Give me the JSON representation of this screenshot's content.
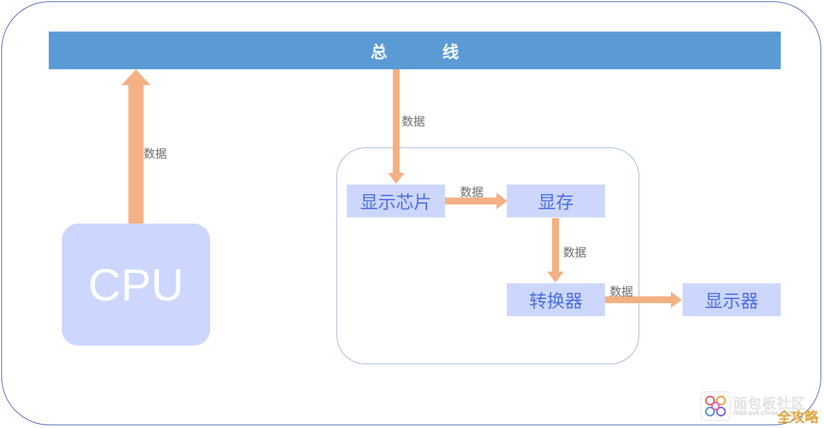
{
  "bus": {
    "label": "总 线"
  },
  "cpu": {
    "label": "CPU"
  },
  "blocks": {
    "chip": "显示芯片",
    "vram": "显存",
    "converter": "转换器",
    "display": "显示器"
  },
  "arrow_labels": {
    "cpu_to_bus": "数据",
    "bus_to_chip": "数据",
    "chip_to_vram": "数据",
    "vram_to_converter": "数据",
    "converter_to_display": "数据"
  },
  "watermark": {
    "line1": "面包板社区",
    "line2": "mbb.eet-china.com",
    "line3": "全攻略"
  },
  "colors": {
    "bus": "#5b9bd5",
    "block_fill": "#cdd7fd",
    "block_text": "#4a6fd8",
    "arrow": "#f4b183",
    "frame": "#3f5aa8",
    "group_border": "#9ab1db"
  }
}
